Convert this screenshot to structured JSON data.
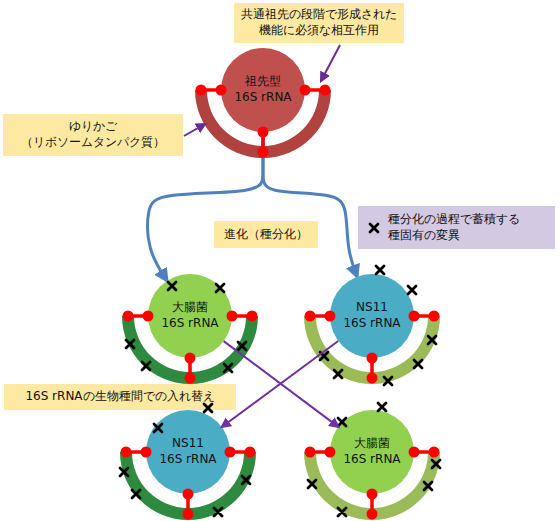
{
  "diagram": {
    "nodes": [
      {
        "text": [
          "共通祖先の段階で形成された 機能に必須な相互作用"
        ]
      },
      {
        "text": [
          "祖先型",
          "16S rRNA"
        ]
      },
      {
        "text": [
          "ゆりかご （リボソームタンパク質）"
        ]
      },
      {
        "text": [
          "進化（種分化）"
        ]
      },
      {
        "text": [
          "大腸菌",
          "16S rRNA"
        ]
      },
      {
        "text": [
          "NS11",
          "16S rRNA"
        ]
      },
      {
        "text": [
          "16S rRNAの生物種間での入れ替え"
        ]
      },
      {
        "text": [
          "NS11",
          "16S rRNA"
        ]
      },
      {
        "text": [
          "大腸菌",
          "16S rRNA"
        ]
      }
    ],
    "edges": [
      {
        "from": 1,
        "to": 4,
        "arrow": "to"
      },
      {
        "from": 1,
        "to": 5,
        "arrow": "to"
      },
      {
        "from": 4,
        "to": 8,
        "arrow": "to"
      },
      {
        "from": 5,
        "to": 7,
        "arrow": "to"
      }
    ],
    "legend": [
      {
        "text": "種分化の過程で蓄積する 種固有の変異"
      }
    ]
  }
}
